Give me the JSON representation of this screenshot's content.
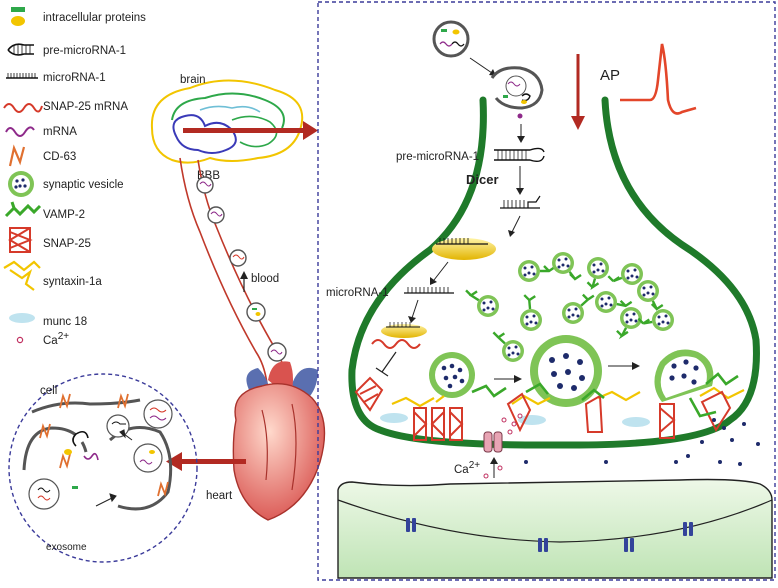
{
  "legend": {
    "items": [
      {
        "icon": "intracellular-proteins-icon",
        "label": "intracellular proteins"
      },
      {
        "icon": "pre-microrna-icon",
        "label": "pre-microRNA-1"
      },
      {
        "icon": "microrna-icon",
        "label": "microRNA-1"
      },
      {
        "icon": "snap25-mrna-icon",
        "label": "SNAP-25 mRNA"
      },
      {
        "icon": "mrna-icon",
        "label": "mRNA"
      },
      {
        "icon": "cd63-icon",
        "label": "CD-63"
      },
      {
        "icon": "synaptic-vesicle-icon",
        "label": "synaptic vesicle"
      },
      {
        "icon": "vamp2-icon",
        "label": "VAMP-2"
      },
      {
        "icon": "snap25-icon",
        "label": "SNAP-25"
      },
      {
        "icon": "syntaxin-icon",
        "label": "syntaxin-1a"
      },
      {
        "icon": "munc18-icon",
        "label": "munc 18"
      },
      {
        "icon": "calcium-icon",
        "label": "Ca",
        "sup": "2+"
      }
    ]
  },
  "left": {
    "brain": "brain",
    "bbb": "BBB",
    "blood": "blood",
    "heart": "heart",
    "cell": "cell",
    "exosome": "exosome"
  },
  "synapse": {
    "ap": "AP",
    "pre_microrna": "pre-microRNA-1",
    "dicer": "Dicer",
    "microrna": "microRNA-1",
    "ca": "Ca",
    "ca_sup": "2+"
  },
  "colors": {
    "panel_border": "#3b3b9a",
    "membrane": "#1f7a2a",
    "vessel": "#c0392b",
    "ap_trace": "#e3462a",
    "cleft_fill": "#d6efcf"
  }
}
